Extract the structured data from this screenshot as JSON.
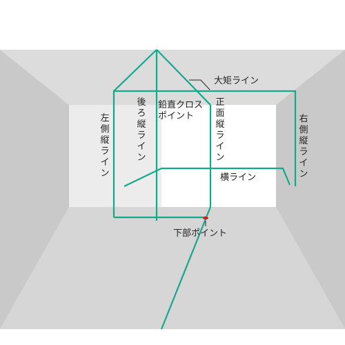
{
  "labels": {
    "great_line": "大矩ライン",
    "plumb_cross_point": "鉛直クロス\nポイント",
    "front_vertical_line": "正面縦ライン",
    "rear_vertical_line": "後ろ縦ライン",
    "left_vertical_line": "左側縦ライン",
    "right_vertical_line": "右側縦ライン",
    "horizontal_line": "横ライン",
    "bottom_point": "下部ポイント"
  },
  "colors": {
    "laser_line": "#12a88a",
    "laser_point": "#d21c1c",
    "leader": "#222222",
    "outer_wall": "#ececec",
    "ceiling": "#dcdcdc",
    "side_wall": "#c9c9c9",
    "floor": "#d6d6d6",
    "back_wall": "#ffffff",
    "text": "#222222"
  }
}
